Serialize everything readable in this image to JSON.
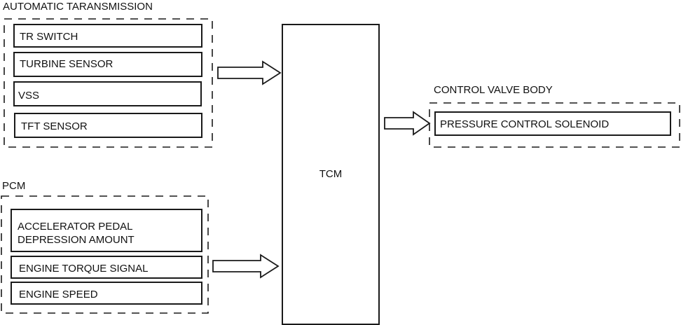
{
  "diagram": {
    "groups": {
      "automatic_transmission": {
        "title": "AUTOMATIC TARANSMISSION",
        "items": [
          "TR SWITCH",
          "TURBINE SENSOR",
          "VSS",
          "TFT SENSOR"
        ]
      },
      "pcm": {
        "title": "PCM",
        "items": [
          [
            "ACCELERATOR PEDAL",
            "DEPRESSION AMOUNT"
          ],
          [
            "ENGINE TORQUE SIGNAL"
          ],
          [
            "ENGINE SPEED"
          ]
        ]
      },
      "control_valve_body": {
        "title": "CONTROL VALVE BODY",
        "items": [
          "PRESSURE CONTROL SOLENOID"
        ]
      }
    },
    "central_unit": {
      "label": "TCM"
    },
    "connections": [
      {
        "from": "AUTOMATIC TARANSMISSION",
        "to": "TCM"
      },
      {
        "from": "PCM",
        "to": "TCM"
      },
      {
        "from": "TCM",
        "to": "CONTROL VALVE BODY"
      }
    ]
  }
}
